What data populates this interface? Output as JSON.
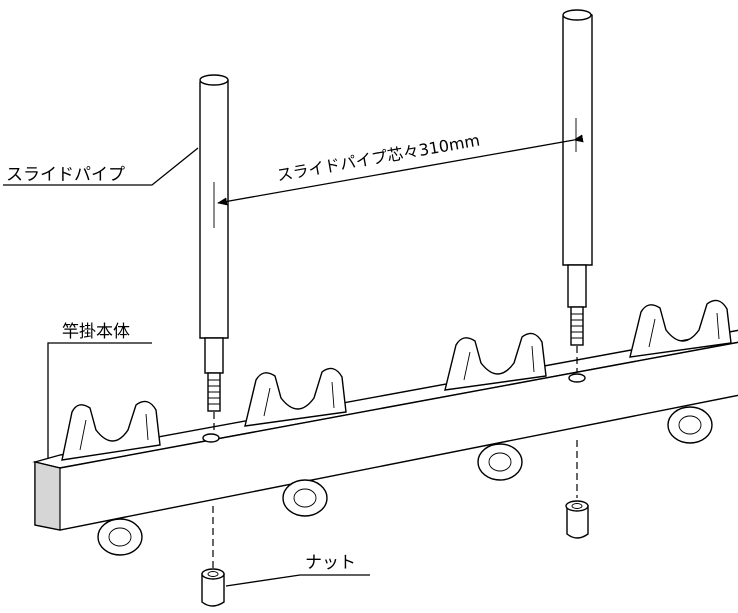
{
  "labels": {
    "slide_pipe": "スライドパイプ",
    "pipe_spacing": "スライドパイプ芯々310mm",
    "rod_holder_body": "竿掛本体",
    "nut": "ナット"
  }
}
